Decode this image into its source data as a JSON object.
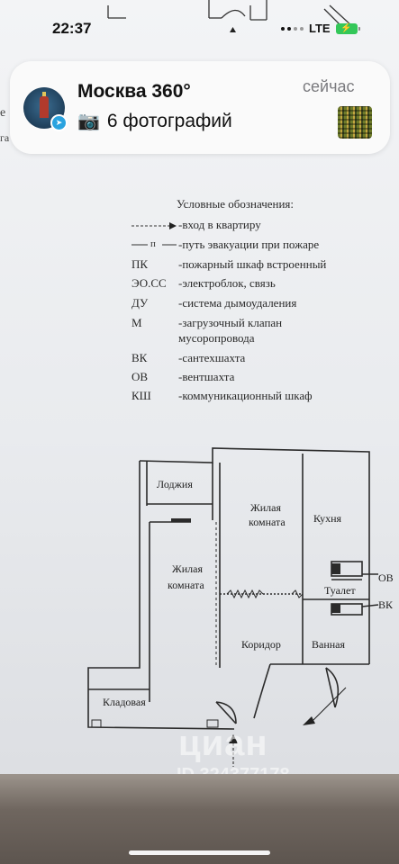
{
  "status_bar": {
    "time": "22:37",
    "network": "LTE"
  },
  "notification": {
    "app_title": "Москва 360°",
    "time": "сейчас",
    "body_emoji": "📷",
    "body_text": "6 фотографий"
  },
  "document": {
    "legend_title": "Условные обозначения:",
    "legend": [
      {
        "symbol": "",
        "description": "-вход в квартиру"
      },
      {
        "symbol": "",
        "description": "-путь эвакуации при пожаре"
      },
      {
        "symbol": "ПК",
        "description": "-пожарный шкаф встроенный"
      },
      {
        "symbol": "ЭО.СС",
        "description": "-электроблок, связь"
      },
      {
        "symbol": "ДУ",
        "description": "-система дымоудаления"
      },
      {
        "symbol": "М",
        "description": "-загрузочный клапан",
        "description_2": "мусоропровода"
      },
      {
        "symbol": "ВК",
        "description": "-сантехшахта"
      },
      {
        "symbol": "ОВ",
        "description": "-вентшахта"
      },
      {
        "symbol": "КШ",
        "description": "-коммуникационный шкаф"
      }
    ],
    "evac_symbol_letter": "п",
    "rooms": {
      "loggia": "Лоджия",
      "living1_line1": "Жилая",
      "living1_line2": "комната",
      "living2_line1": "Жилая",
      "living2_line2": "комната",
      "kitchen": "Кухня",
      "toilet": "Туалет",
      "bathroom": "Ванная",
      "corridor": "Коридор",
      "storage": "Кладовая",
      "ov_label": "ОВ",
      "vk_label": "ВК"
    },
    "side_text_left_1": "е",
    "side_text_left_2": "га"
  },
  "watermark": {
    "brand": "циан",
    "listing_id": "ID 324377178"
  }
}
